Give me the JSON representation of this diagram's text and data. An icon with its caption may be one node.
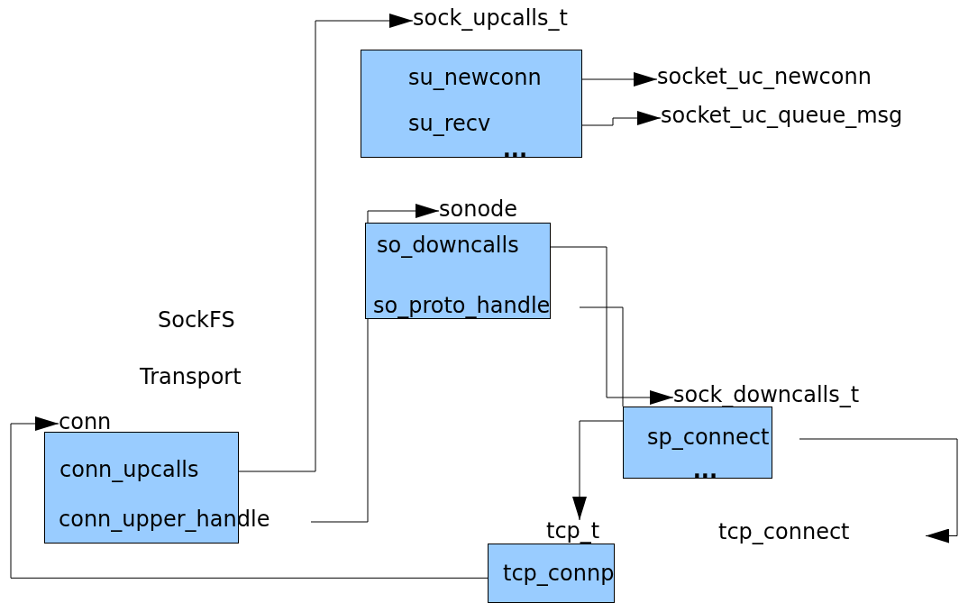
{
  "diagram": {
    "nodes": [
      {
        "text": [
          "sock_upcalls_t"
        ]
      },
      {
        "text": [
          "..."
        ]
      },
      {
        "text": [
          "su_newconn"
        ],
        "in": 1
      },
      {
        "text": [
          "su_recv"
        ],
        "in": 1
      },
      {
        "text": [
          "socket_uc_newconn"
        ]
      },
      {
        "text": [
          "socket_uc_queue_msg"
        ]
      },
      {
        "text": [
          "sonode"
        ]
      },
      {
        "text": [],
        "shape": "box"
      },
      {
        "text": [
          "so_downcalls"
        ],
        "in": 7
      },
      {
        "text": [
          "so_proto_handle"
        ],
        "in": 7
      },
      {
        "text": [
          "sock_downcalls_t"
        ]
      },
      {
        "text": [
          "..."
        ]
      },
      {
        "text": [
          "sp_connect"
        ],
        "in": 11
      },
      {
        "text": [
          "conn"
        ]
      },
      {
        "text": [],
        "shape": "box"
      },
      {
        "text": [
          "conn_upcalls"
        ],
        "in": 14
      },
      {
        "text": [
          "conn_upper_handle"
        ]
      },
      {
        "text": [
          "tcp_t"
        ]
      },
      {
        "text": [],
        "shape": "box"
      },
      {
        "text": [
          "tcp_connp"
        ],
        "in": 18
      },
      {
        "text": [
          "tcp_connect"
        ]
      }
    ],
    "edges": [
      {
        "from": 15,
        "to": 0,
        "arrow": "to"
      },
      {
        "from": 2,
        "to": 4,
        "arrow": "to"
      },
      {
        "from": 3,
        "to": 5,
        "arrow": "to"
      },
      {
        "from": 16,
        "to": 6,
        "arrow": "to"
      },
      {
        "from": 8,
        "to": 10,
        "arrow": "to"
      },
      {
        "from": 9,
        "to": 11,
        "arrow": "none"
      },
      {
        "from": 12,
        "to": 20,
        "arrow": "to"
      },
      {
        "from": 11,
        "to": 17,
        "arrow": "to"
      },
      {
        "from": 18,
        "to": 13,
        "arrow": "to"
      }
    ],
    "labels": [
      "SockFS",
      "Transport"
    ]
  }
}
